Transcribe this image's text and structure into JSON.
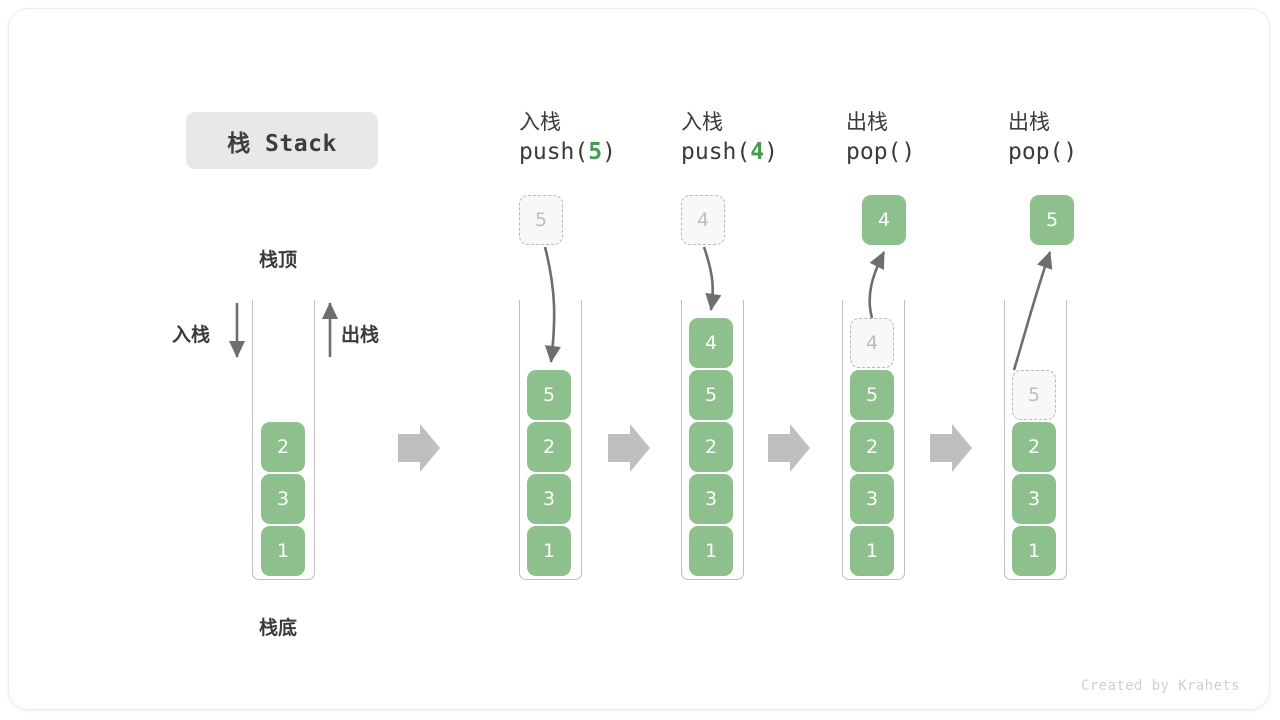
{
  "card": {
    "background": "#ffffff",
    "border_color": "#ececec"
  },
  "title": {
    "text": "栈 Stack",
    "background": "#e8e8e8"
  },
  "colors": {
    "element_fill": "#8dc08d",
    "element_text": "#ffffff",
    "ghost_fill": "#f8f8f8",
    "ghost_border": "#b9b9b9",
    "ghost_text": "#bdbdbd",
    "accent_green": "#449d53",
    "arrow_gray": "#6e6e6e",
    "flow_arrow_gray": "#bfbfbf",
    "label_text": "#3b3b3b",
    "footer_text": "#cfcfcf"
  },
  "legend": {
    "top_label": "栈顶",
    "bottom_label": "栈底",
    "push_label": "入栈",
    "pop_label": "出栈"
  },
  "stages": [
    {
      "id": "initial",
      "op_cjk": "",
      "op_code_prefix": "",
      "op_code_arg": "",
      "op_code_suffix": "",
      "elements": [
        "2",
        "3",
        "1"
      ],
      "ghost": null,
      "detached": null
    },
    {
      "id": "push-5",
      "op_cjk": "入栈",
      "op_code_prefix": "push(",
      "op_code_arg": "5",
      "op_code_suffix": ")",
      "elements": [
        "5",
        "2",
        "3",
        "1"
      ],
      "ghost": {
        "value": "5",
        "position": "above-outside"
      },
      "detached": null
    },
    {
      "id": "push-4",
      "op_cjk": "入栈",
      "op_code_prefix": "push(",
      "op_code_arg": "4",
      "op_code_suffix": ")",
      "elements": [
        "4",
        "5",
        "2",
        "3",
        "1"
      ],
      "ghost": {
        "value": "4",
        "position": "above-outside"
      },
      "detached": null
    },
    {
      "id": "pop-4",
      "op_cjk": "出栈",
      "op_code_prefix": "pop(",
      "op_code_arg": "",
      "op_code_suffix": ")",
      "elements": [
        "5",
        "2",
        "3",
        "1"
      ],
      "ghost": {
        "value": "4",
        "position": "in-stack-top"
      },
      "detached": {
        "value": "4"
      }
    },
    {
      "id": "pop-5",
      "op_cjk": "出栈",
      "op_code_prefix": "pop(",
      "op_code_arg": "",
      "op_code_suffix": ")",
      "elements": [
        "2",
        "3",
        "1"
      ],
      "ghost": {
        "value": "5",
        "position": "in-stack-top"
      },
      "detached": {
        "value": "5"
      }
    }
  ],
  "footer": {
    "text": "Created by Krahets"
  }
}
